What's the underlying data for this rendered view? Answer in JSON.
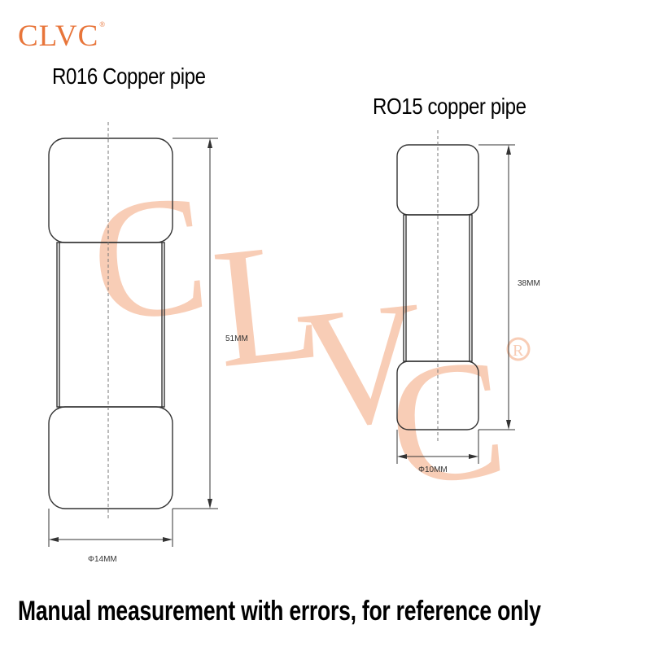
{
  "brand": {
    "name": "CLVC",
    "mark": "®"
  },
  "watermark": {
    "text": "CLVC",
    "mark": "®"
  },
  "pipes": [
    {
      "title": "R016 Copper pipe",
      "length_label": "51MM",
      "diameter_label": "Φ14MM"
    },
    {
      "title": "RO15 copper pipe",
      "length_label": "38MM",
      "diameter_label": "Φ10MM"
    }
  ],
  "footer": "Manual measurement with errors, for reference only",
  "colors": {
    "brand": "#e8753a",
    "watermark": "#f6c9b0",
    "lines": "#333333"
  }
}
